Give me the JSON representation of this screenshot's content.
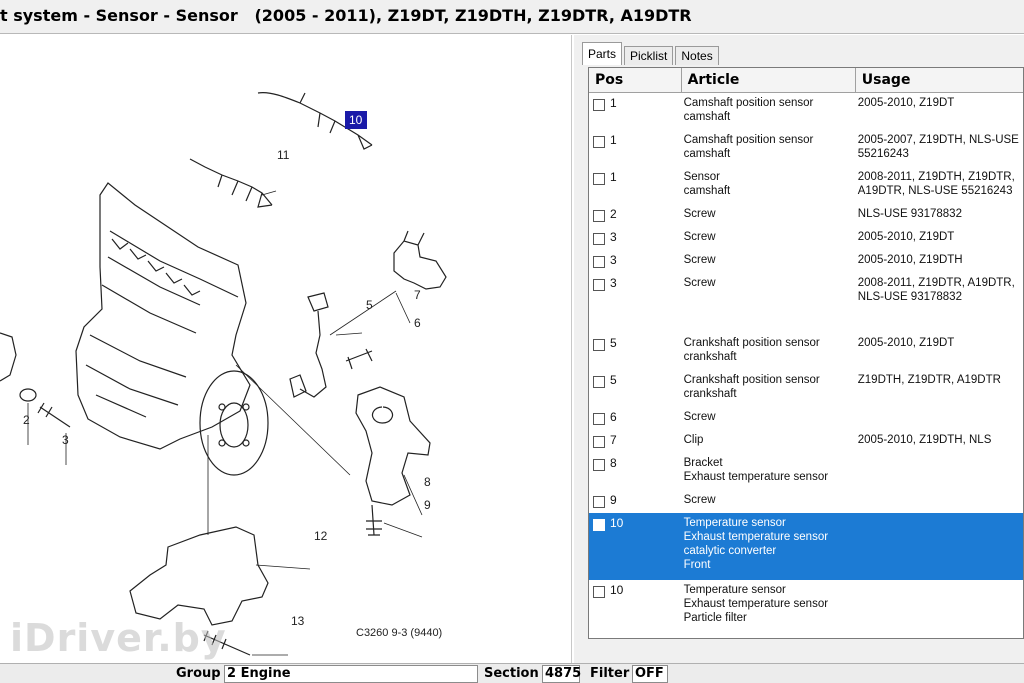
{
  "window": {
    "title": "t system - Sensor - Sensor   (2005 - 2011), Z19DT, Z19DTH, Z19DTR, A19DTR"
  },
  "diagram": {
    "callouts": [
      "10",
      "11",
      "5",
      "7",
      "6",
      "2",
      "3",
      "8",
      "9",
      "12",
      "13"
    ],
    "drawing_code": "C3260 9-3 (9440)"
  },
  "tabs": [
    {
      "label": "Parts",
      "active": true
    },
    {
      "label": "Picklist",
      "active": false
    },
    {
      "label": "Notes",
      "active": false
    }
  ],
  "grid": {
    "columns": [
      "Pos",
      "Article",
      "Usage"
    ],
    "rows": [
      {
        "pos": "1",
        "article": [
          "Camshaft position sensor",
          "camshaft"
        ],
        "usage": [
          "2005-2010, Z19DT"
        ],
        "selected": false
      },
      {
        "pos": "1",
        "article": [
          "Camshaft position sensor",
          "camshaft"
        ],
        "usage": [
          "2005-2007, Z19DTH, NLS-USE",
          "55216243"
        ],
        "selected": false
      },
      {
        "pos": "1",
        "article": [
          "Sensor",
          "camshaft"
        ],
        "usage": [
          "2008-2011, Z19DTH, Z19DTR,",
          "A19DTR, NLS-USE 55216243"
        ],
        "selected": false
      },
      {
        "pos": "2",
        "article": [
          "Screw"
        ],
        "usage": [
          "NLS-USE 93178832"
        ],
        "selected": false
      },
      {
        "pos": "3",
        "article": [
          "Screw"
        ],
        "usage": [
          "2005-2010, Z19DT"
        ],
        "selected": false
      },
      {
        "pos": "3",
        "article": [
          "Screw"
        ],
        "usage": [
          "2005-2010, Z19DTH"
        ],
        "selected": false
      },
      {
        "pos": "3",
        "article": [
          "Screw"
        ],
        "usage": [
          "2008-2011, Z19DTR, A19DTR,",
          "NLS-USE 93178832"
        ],
        "selected": false
      },
      {
        "pos": "5",
        "article": [
          "Crankshaft position sensor",
          "crankshaft"
        ],
        "usage": [
          "2005-2010, Z19DT"
        ],
        "selected": false
      },
      {
        "pos": "5",
        "article": [
          "Crankshaft position sensor",
          "crankshaft"
        ],
        "usage": [
          "Z19DTH, Z19DTR, A19DTR"
        ],
        "selected": false
      },
      {
        "pos": "6",
        "article": [
          "Screw"
        ],
        "usage": [
          ""
        ],
        "selected": false
      },
      {
        "pos": "7",
        "article": [
          "Clip"
        ],
        "usage": [
          "2005-2010, Z19DTH, NLS"
        ],
        "selected": false
      },
      {
        "pos": "8",
        "article": [
          "Bracket",
          "Exhaust temperature sensor"
        ],
        "usage": [
          ""
        ],
        "selected": false
      },
      {
        "pos": "9",
        "article": [
          "Screw"
        ],
        "usage": [
          ""
        ],
        "selected": false
      },
      {
        "pos": "10",
        "article": [
          "Temperature sensor",
          "Exhaust temperature sensor",
          "catalytic converter",
          "Front"
        ],
        "usage": [
          ""
        ],
        "selected": true
      },
      {
        "pos": "10",
        "article": [
          "Temperature sensor",
          "Exhaust temperature sensor",
          "Particle filter"
        ],
        "usage": [
          ""
        ],
        "selected": false
      }
    ]
  },
  "status": {
    "group_label": "Group",
    "group_value": "2 Engine",
    "section_label": "Section",
    "section_value": "4875",
    "filter_label": "Filter",
    "filter_value": "OFF"
  },
  "watermark": "iDriver.by",
  "colors": {
    "selection": "#1c7bd4",
    "callout_highlight": "#1a1aa8"
  }
}
